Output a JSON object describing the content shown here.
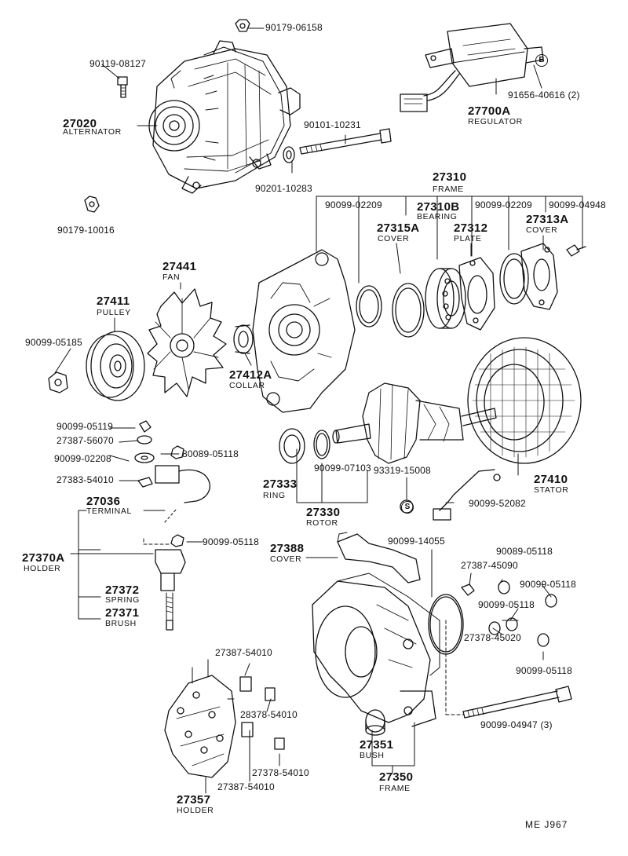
{
  "parts": {
    "p_90179_06158": "90179-06158",
    "p_90119_08127": "90119-08127",
    "p_27020": "27020",
    "n_alternator": "ALTERNATOR",
    "p_90101_10231": "90101-10231",
    "p_90201_10283": "90201-10283",
    "p_90179_10016": "90179-10016",
    "p_91656_40616": "91656-40616 (2)",
    "p_27700A": "27700A",
    "n_regulator": "REGULATOR",
    "p_27310": "27310",
    "n_frame_top": "FRAME",
    "p_90099_02209_a": "90099-02209",
    "p_27310B": "27310B",
    "n_bearing": "BEARING",
    "p_90099_02209_b": "90099-02209",
    "p_90099_04948": "90099-04948",
    "p_27315A": "27315A",
    "n_cover_a": "COVER",
    "p_27312": "27312",
    "n_plate": "PLATE",
    "p_27313A": "27313A",
    "n_cover_b": "COVER",
    "p_27441": "27441",
    "n_fan": "FAN",
    "p_27411": "27411",
    "n_pulley": "PULLEY",
    "p_90099_05185": "90099-05185",
    "p_27412A": "27412A",
    "n_collar": "COLLAR",
    "p_90099_05119": "90099-05119",
    "p_27387_56070": "27387-56070",
    "p_90099_02208": "90099-02208",
    "p_80089_05118": "80089-05118",
    "p_27383_54010": "27383-54010",
    "p_27036": "27036",
    "n_terminal": "TERMINAL",
    "p_27370A": "27370A",
    "n_holder_a": "HOLDER",
    "p_90099_05118_a": "90099-05118",
    "p_27372": "27372",
    "n_spring": "SPRING",
    "p_27371": "27371",
    "n_brush": "BRUSH",
    "p_27333": "27333",
    "n_ring": "RING",
    "p_90099_07103": "90099-07103",
    "p_93319_15008": "93319-15008",
    "p_27330": "27330",
    "n_rotor": "ROTOR",
    "p_27410": "27410",
    "n_stator": "STATOR",
    "p_90099_52082": "90099-52082",
    "p_27388": "27388",
    "n_cover_c": "COVER",
    "p_90099_14055": "90099-14055",
    "p_90089_05118": "90089-05118",
    "p_27387_45090": "27387-45090",
    "p_90099_05118_b": "90099-05118",
    "p_90099_05118_c": "90099-05118",
    "p_27378_45020": "27378-45020",
    "p_90099_05118_d": "90099-05118",
    "p_27387_54010_a": "27387-54010",
    "p_28378_54010": "28378-54010",
    "p_27378_54010": "27378-54010",
    "p_27387_54010_b": "27387-54010",
    "p_27357": "27357",
    "n_holder_b": "HOLDER",
    "p_27351": "27351",
    "n_bush": "BUSH",
    "p_27350": "27350",
    "n_frame_bottom": "FRAME",
    "p_90099_04947": "90099-04947 (3)"
  },
  "markers": {
    "b": "B",
    "s": "S"
  },
  "footer_code": "ME  J967"
}
